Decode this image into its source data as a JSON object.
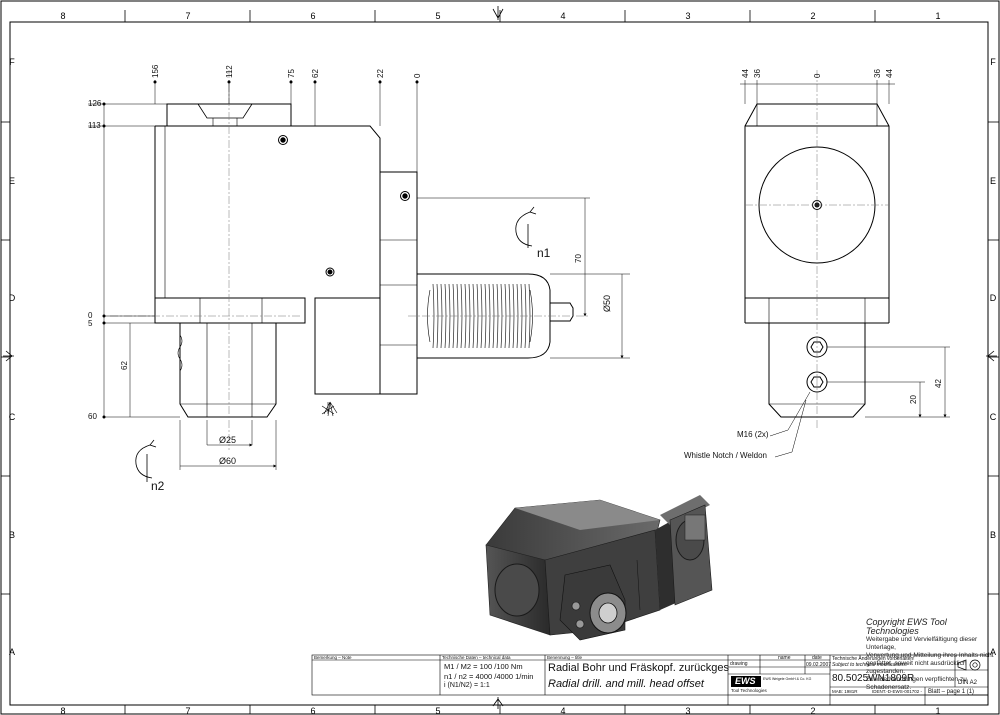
{
  "frame": {
    "columns": [
      "8",
      "7",
      "6",
      "5",
      "4",
      "3",
      "2",
      "1"
    ],
    "rows": [
      "F",
      "E",
      "D",
      "C",
      "B",
      "A"
    ]
  },
  "front_view": {
    "top_dims": [
      "156",
      "112",
      "75",
      "62",
      "22",
      "0"
    ],
    "left_dims": [
      "126",
      "113",
      "0",
      "5",
      "62",
      "60"
    ],
    "dia_shank": "Ø25",
    "dia_flange": "Ø60",
    "dia_spindle": "Ø50",
    "dim_70": "70",
    "n1": "n1",
    "n2": "n2"
  },
  "side_view": {
    "top_dims": [
      "44",
      "36",
      "0",
      "36",
      "44"
    ],
    "dim_42": "42",
    "dim_20": "20",
    "callout_m16": "M16 (2x)",
    "callout_weldon": "Whistle Notch / Weldon"
  },
  "copyright": {
    "title": "Copyright EWS Tool Technologies",
    "lines": [
      "Weitergabe und Vervielfältigung dieser Unterlage,",
      "Verwertung und Mitteilung ihres Inhalts nicht",
      "gestattet, soweit nicht ausdrücklich zugestanden.",
      "Zuwiderhandlungen verpflichten zu Schadenersatz."
    ]
  },
  "title_block": {
    "remark_label": "Bemerkung – Note",
    "tech_label": "Technische Daten – technical data",
    "torque": "M1 / M2 = 100 /100 Nm",
    "speed": "n1 / n2 = 4000 /4000  1/min",
    "ratio": "i (N1/N2) = 1:1",
    "desc_label": "Benennung – title",
    "title_de": "Radial Bohr und Fräskopf. zurückges",
    "title_en": "Radial drill. and mill. head offset",
    "name_label": "name",
    "date_label": "date",
    "drawing_label": "drawing",
    "date_value": "09.02.2007",
    "logo": "EWS",
    "logo_sub": "Tool Technologies",
    "company": "EWS Weigele GmbH & Co. KG",
    "mod_de": "Technische Änderungen vorbehalten!",
    "mod_en": "Subject to technical modifications!",
    "part_no": "80.5025WN1809R",
    "format": "DIN A2",
    "mass": "MAB: 1981R",
    "ident": "IDENT.-D-EWS-001702 -",
    "sheet": "Blatt – page  1 (1)"
  }
}
